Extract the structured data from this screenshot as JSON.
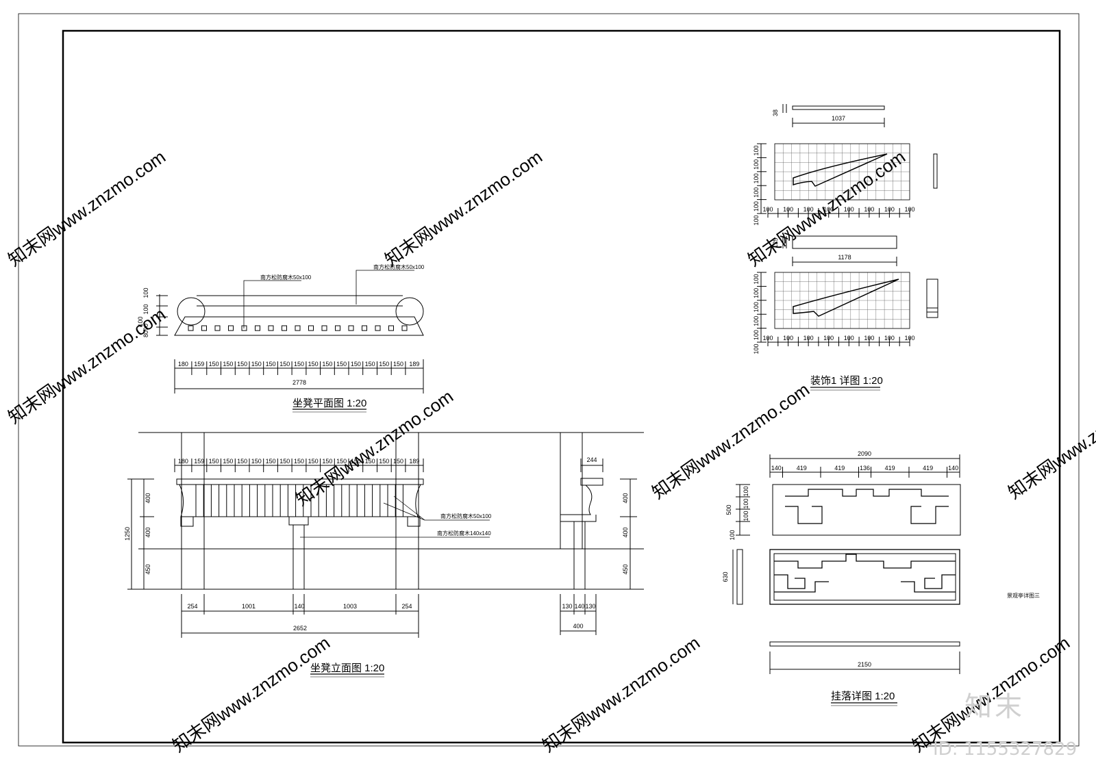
{
  "titles": {
    "plan": "坐凳平面图 1:20",
    "elevation": "坐凳立面图 1:20",
    "decor": "装饰1 详图 1:20",
    "hanging": "挂落详图 1:20",
    "sheet_label": "景观亭详图三"
  },
  "notes": {
    "plan_note_1": "南方松防腐木50x100",
    "plan_note_2": "南方松防腐木50x100",
    "elev_note_1": "南方松防腐木50x100",
    "elev_note_2": "南方松防腐木140x140"
  },
  "plan": {
    "segments": [
      "180",
      "159",
      "150",
      "150",
      "150",
      "150",
      "150",
      "150",
      "150",
      "150",
      "150",
      "150",
      "150",
      "150",
      "150",
      "150",
      "189"
    ],
    "total": "2778",
    "left_dims": [
      "100",
      "100",
      "100",
      "8090"
    ]
  },
  "elevation": {
    "segments": [
      "180",
      "159",
      "150",
      "150",
      "150",
      "150",
      "150",
      "150",
      "150",
      "150",
      "150",
      "150",
      "150",
      "150",
      "150",
      "150",
      "189"
    ],
    "height_dims": [
      "400",
      "400",
      "450"
    ],
    "height_total": "1250",
    "bottom_dims": [
      "254",
      "1001",
      "140",
      "1003",
      "254"
    ],
    "bottom_total": "2652",
    "side_top": "244",
    "side_dims": [
      "130",
      "140",
      "130"
    ],
    "side_total": "400",
    "side_right_dims": [
      "400",
      "400",
      "450"
    ]
  },
  "decor": {
    "piece1_len": "1037",
    "piece1_thk": "38",
    "piece2_len": "1178",
    "piece2_thk": "125",
    "grid_label": "100"
  },
  "hanging": {
    "top_total": "2090",
    "top_dims": [
      "140",
      "419",
      "419",
      "136",
      "419",
      "419",
      "140"
    ],
    "left_dims": [
      "100",
      "100",
      "100",
      "100"
    ],
    "left_total": "500",
    "side_height": "630",
    "bottom_total": "2150"
  },
  "watermark": {
    "text": "知末网www.znzmo.com",
    "logo": "知末",
    "id": "ID: 1155327829"
  }
}
